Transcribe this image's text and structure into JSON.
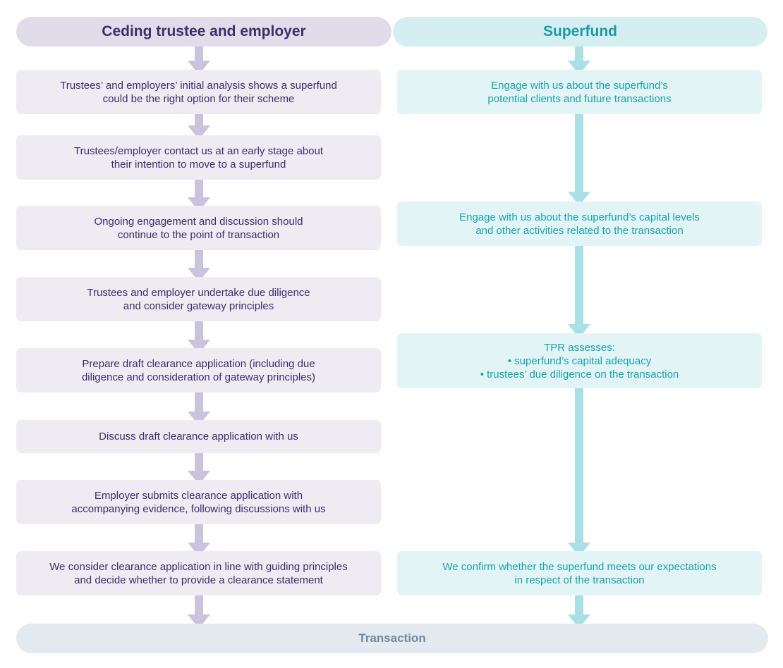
{
  "columns": {
    "left_title": "Ceding trustee and employer",
    "right_title": "Superfund"
  },
  "left_steps": [
    {
      "line1": "Trustees’ and employers’ initial analysis shows a superfund",
      "line2": "could be the right option for their scheme"
    },
    {
      "line1": "Trustees/employer contact us at an early stage about",
      "line2": "their intention to move to a superfund"
    },
    {
      "line1": "Ongoing engagement and discussion should",
      "line2": "continue to the point of transaction"
    },
    {
      "line1": "Trustees and employer undertake due diligence",
      "line2": "and consider gateway principles"
    },
    {
      "line1": "Prepare draft clearance application (including due",
      "line2": "diligence and consideration of gateway principles)"
    },
    {
      "line1": "Discuss draft clearance application with us"
    },
    {
      "line1": "Employer submits clearance application with",
      "line2": "accompanying evidence, following discussions with us"
    },
    {
      "line1": "We consider clearance application in line with guiding principles",
      "line2": "and decide whether to provide a clearance statement"
    }
  ],
  "right_steps": [
    {
      "line1": "Engage with us about the superfund’s",
      "line2": "potential clients and future transactions"
    },
    {
      "line1": "Engage with us about the superfund’s capital levels",
      "line2": "and other activities related to the transaction"
    },
    {
      "line1": "TPR assesses:",
      "line2": "• superfund’s capital adequacy",
      "line3": "• trustees’ due diligence on the transaction"
    },
    {
      "line1": "We confirm whether the superfund meets our expectations",
      "line2": "in respect of the transaction"
    }
  ],
  "footer": {
    "label": "Transaction"
  },
  "colors": {
    "left_arrow": "#c9c3dc",
    "right_arrow": "#a9dfe5"
  }
}
